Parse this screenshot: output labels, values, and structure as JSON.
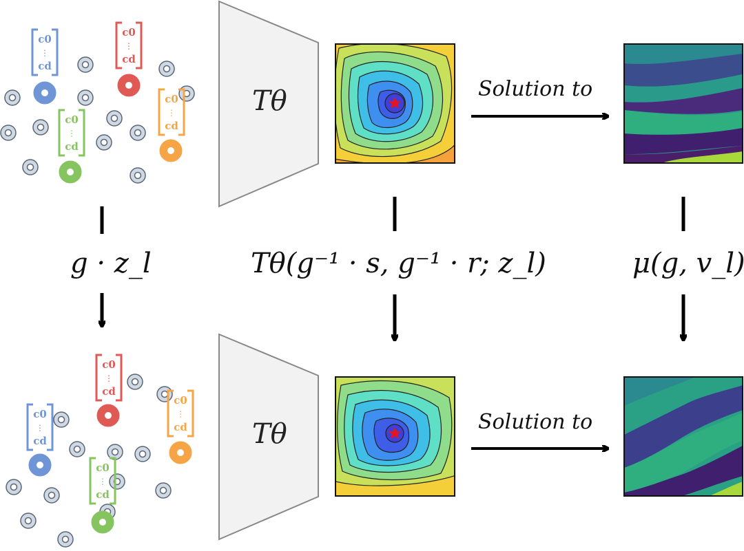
{
  "transform_label": "Tθ",
  "arrow_label_top": "Solution to",
  "arrow_label_bottom": "Solution to",
  "left_label": "g · z_l",
  "middle_label": "Tθ(g⁻¹ · s, g⁻¹ · r; z_l)",
  "right_label": "μ(g, v_l)",
  "context_vector": {
    "top": "c0",
    "dots": "⋮",
    "bottom": "cd"
  },
  "colors": {
    "blue": "#6f95d6",
    "red": "#e05a55",
    "orange": "#f5a545",
    "green": "#86c460",
    "gray_node": "#cfd8e3",
    "trapezoid_fill": "#f2f2f2",
    "trapezoid_stroke": "#888888"
  },
  "icons": [
    "sensor-node-icon",
    "context-node-icon",
    "star-icon",
    "arrow-icon"
  ]
}
